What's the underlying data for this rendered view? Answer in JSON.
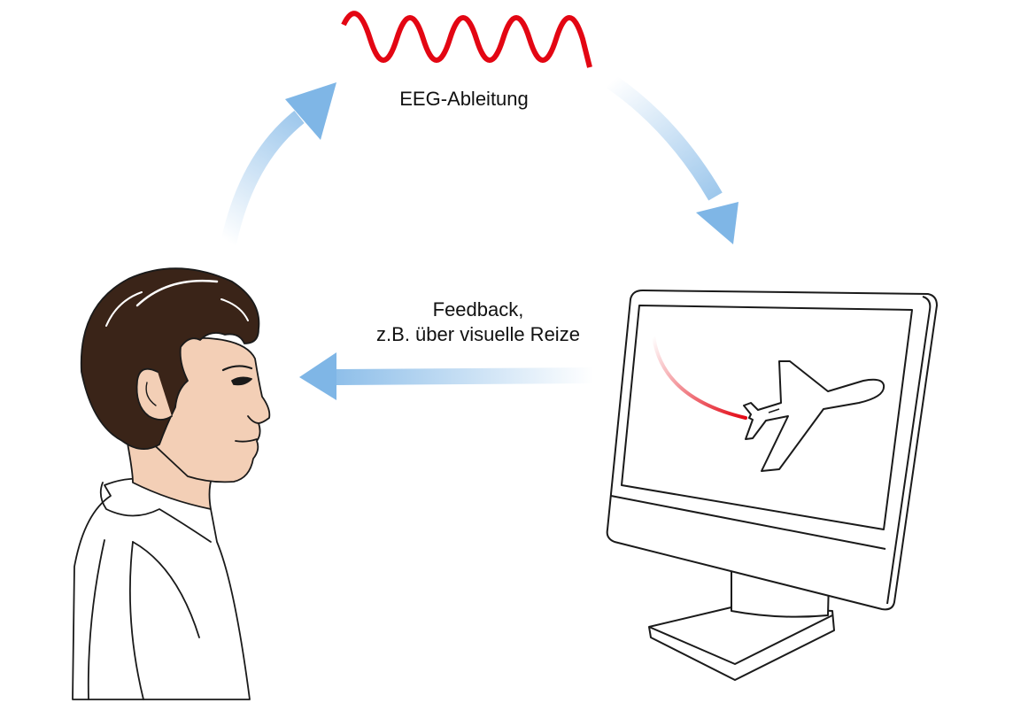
{
  "labels": {
    "eeg": "EEG-Ableitung",
    "feedback_line1": "Feedback,",
    "feedback_line2": "z.B. über visuelle Reize"
  },
  "colors": {
    "wave": "#e30613",
    "arrow": "#7fb6e6",
    "hair": "#3a2418",
    "skin": "#f3cfb6",
    "outline": "#1a1a1a"
  },
  "icons": [
    "eeg-wave-icon",
    "person-illustration",
    "monitor-illustration",
    "airplane-icon",
    "flight-trail"
  ]
}
